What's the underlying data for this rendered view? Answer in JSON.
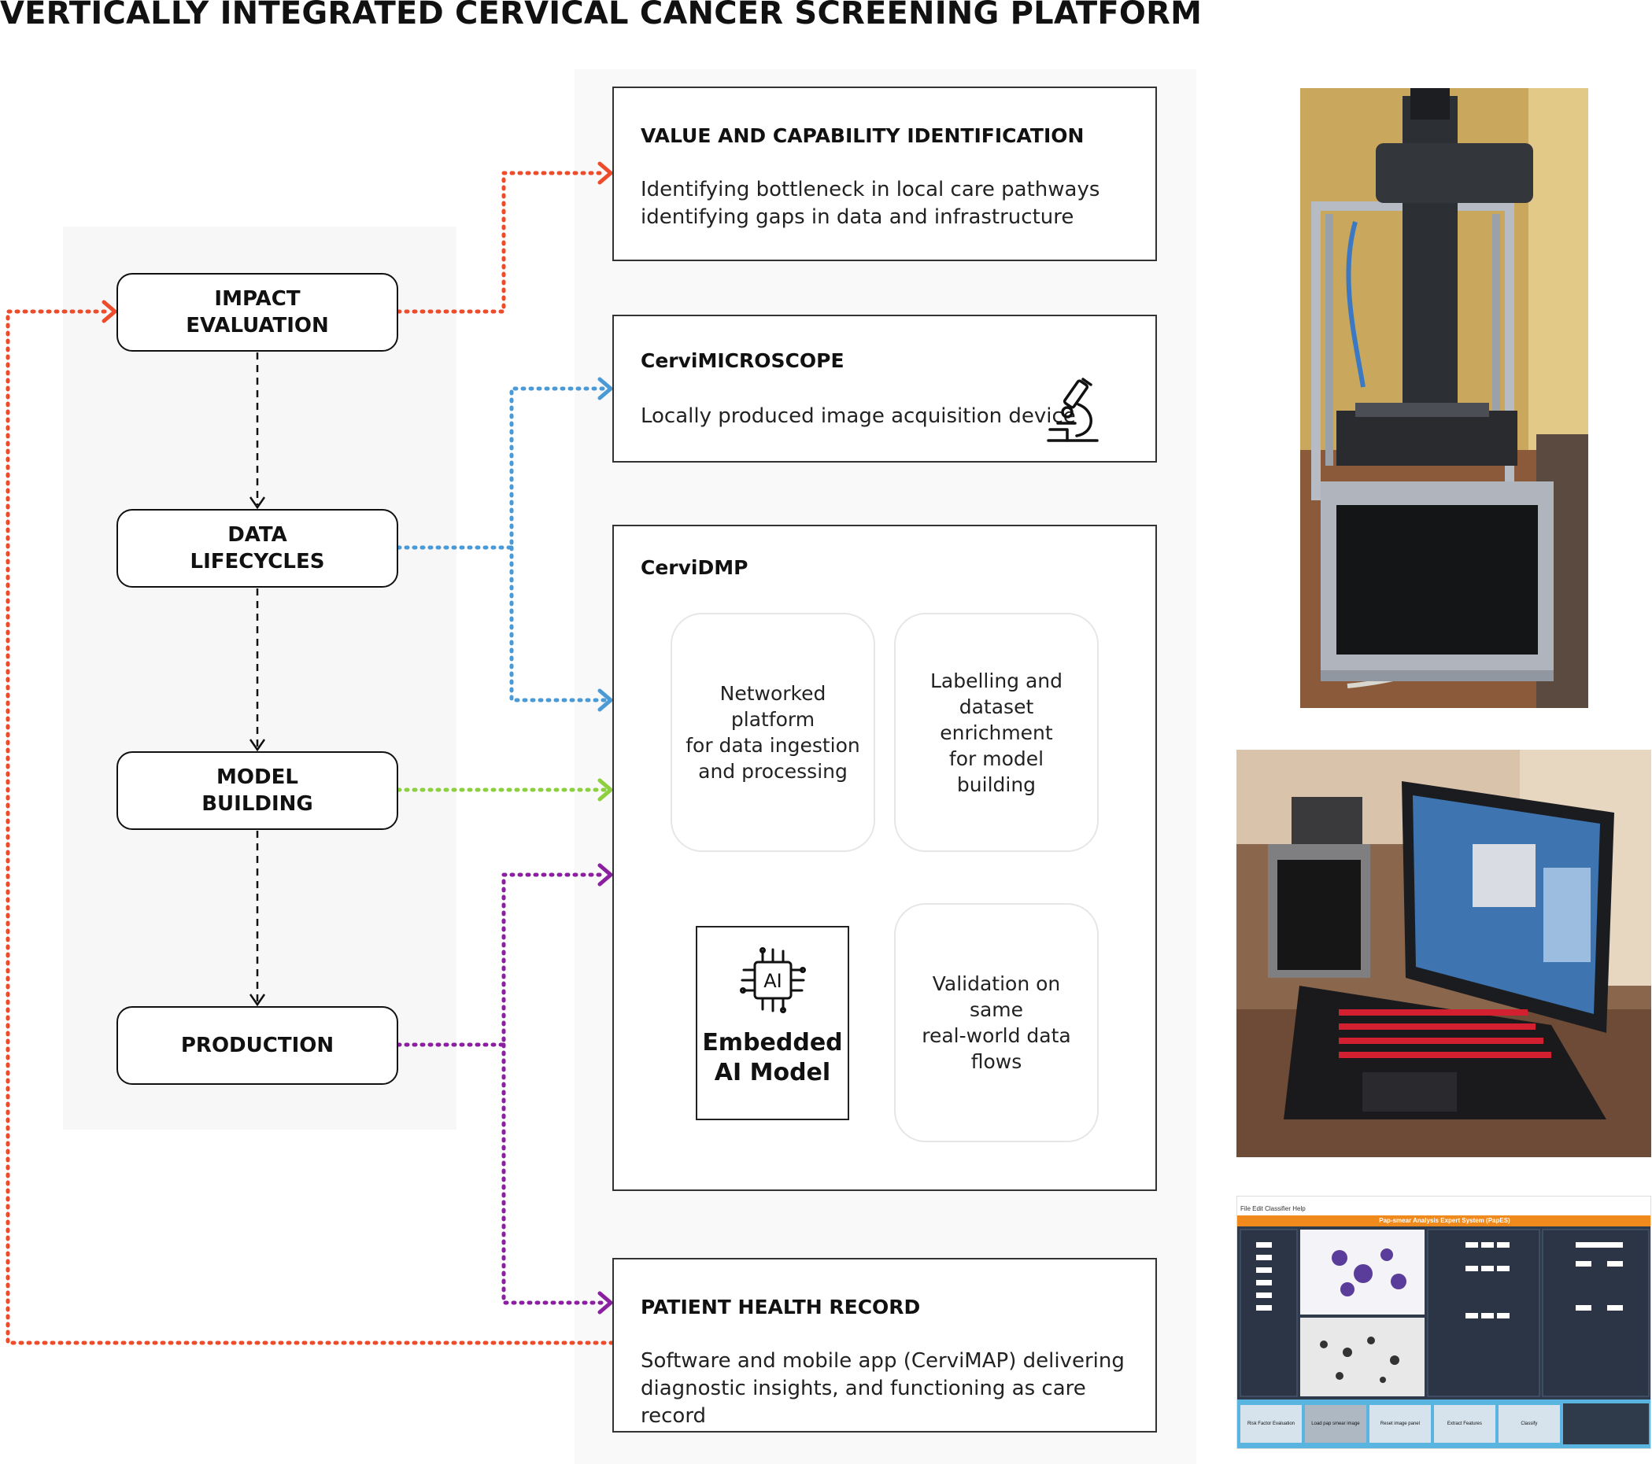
{
  "title": "VERTICALLY INTEGRATED CERVICAL CANCER SCREENING PLATFORM",
  "stages": [
    {
      "id": "impact",
      "line1": "IMPACT",
      "line2": "EVALUATION"
    },
    {
      "id": "data",
      "line1": "DATA",
      "line2": "LIFECYCLES"
    },
    {
      "id": "model",
      "line1": "MODEL",
      "line2": "BUILDING"
    },
    {
      "id": "production",
      "line1": "PRODUCTION",
      "line2": ""
    }
  ],
  "cards": {
    "value": {
      "title": "VALUE AND CAPABILITY IDENTIFICATION",
      "line1": "Identifying bottleneck in local care pathways",
      "line2": "identifying gaps in data and infrastructure"
    },
    "microscope": {
      "title": "CerviMICROSCOPE",
      "line1": "Locally produced image acquisition device",
      "icon": "microscope-icon"
    },
    "dmp": {
      "title": "CerviDMP",
      "sub1": [
        "Networked platform",
        "for data ingestion",
        "and processing"
      ],
      "sub2": [
        "Labelling and",
        "dataset enrichment",
        "for model building"
      ],
      "ai": {
        "icon": "ai-chip-icon",
        "chip_text": "AI",
        "line1": "Embedded",
        "line2": "AI Model"
      },
      "sub4": [
        "Validation on same",
        "real-world data flows"
      ]
    },
    "record": {
      "title": "PATIENT HEALTH RECORD",
      "line1": "Software and mobile app (CerviMAP) delivering",
      "line2": "diagnostic insights, and functioning as care record"
    }
  },
  "colors": {
    "red": "#ee4b2b",
    "blue": "#4a9ad6",
    "green": "#8ccf3f",
    "purple": "#8a1fa0",
    "dark": "#111111"
  },
  "software": {
    "menu": "File  Edit  Classifier  Help",
    "app_title": "Pap-smear Analysis Expert System (PapES)",
    "bottom_buttons": [
      "Risk Factor Evaluation",
      "Load pap smear image",
      "Reset image panel",
      "Extract Features",
      "Classify"
    ]
  }
}
